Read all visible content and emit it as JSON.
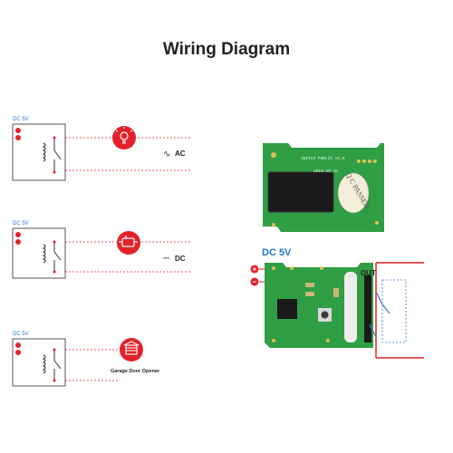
{
  "title": "Wiring Diagram",
  "circuits": [
    {
      "supply_label": "DC 5V",
      "load_icon": "light-bulb-icon",
      "output_label": "AC",
      "output_symbol": "∿"
    },
    {
      "supply_label": "DC 5V",
      "load_icon": "motor-icon",
      "output_label": "DC",
      "output_symbol": "⎓"
    },
    {
      "supply_label": "DC 5V",
      "load_icon": "garage-door-icon",
      "output_label": "Garage Door Opener",
      "output_symbol": ""
    }
  ],
  "board": {
    "supply_label": "DC 5V",
    "pcb_silkscreen": "SWITCH PUBLIC V1.0",
    "pcb_date": "2019.10.15",
    "qc_stamp": "Q C PASSED",
    "output_header": "OUT"
  },
  "colors": {
    "accent_red": "#e2222b",
    "pcb_green": "#2f9e44",
    "wire_blue": "#3a7bd5",
    "text_blue": "#2277c8"
  }
}
